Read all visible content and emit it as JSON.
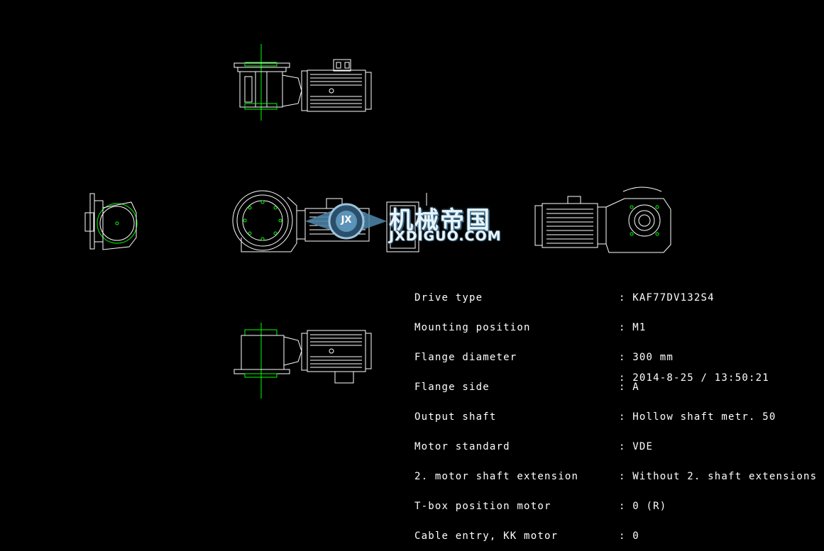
{
  "colors": {
    "background": "#000000",
    "line": "#ffffff",
    "accent": "#00ff00",
    "watermark": "#4a7fa3"
  },
  "watermark": {
    "chinese": "机械帝国",
    "domain": "JXDIGUO.COM",
    "badge": "JX"
  },
  "specs": {
    "labels": [
      "Drive type",
      "Mounting position",
      "Flange diameter",
      "Flange side",
      "Output shaft",
      "Motor standard",
      "2. motor shaft extension",
      "T-box position motor",
      "Cable entry, KK motor"
    ],
    "values": [
      ": KAF77DV132S4",
      ": M1",
      ": 300 mm",
      ": A",
      ": Hollow shaft metr. 50",
      ": VDE",
      ": Without 2. shaft extensions",
      ": 0 (R)",
      ": 0"
    ],
    "date": ": 2014-8-25 / 13:50:21"
  }
}
